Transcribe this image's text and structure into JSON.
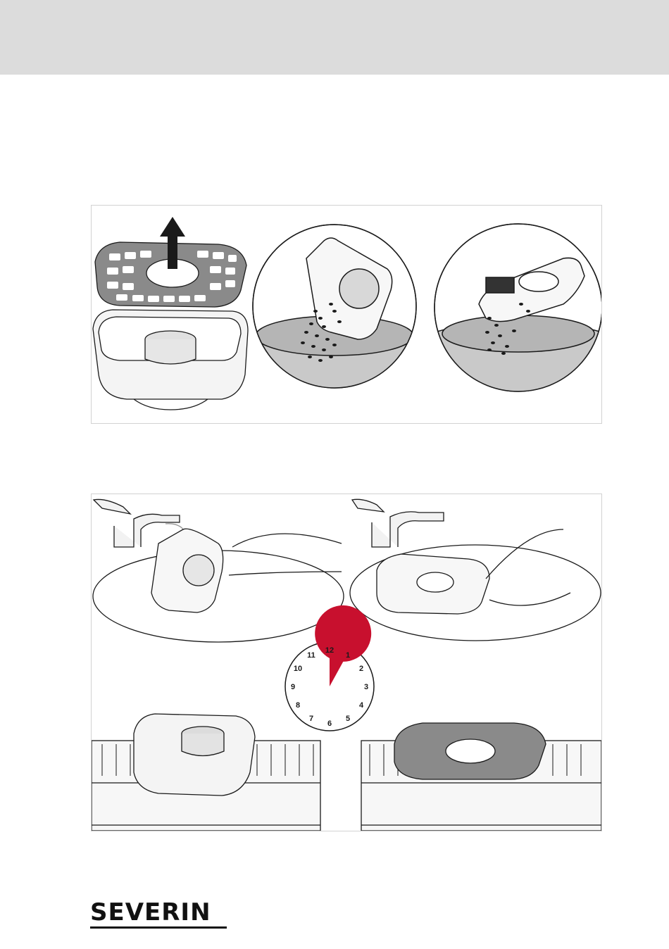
{
  "colors": {
    "header_band": "#dcdcdc",
    "panel_border": "#d2d2d2",
    "line": "#1a1a1a",
    "bowl_fill": "#c9c9c9",
    "filter_fill": "#8a8a8a",
    "timer_red": "#c8102e"
  },
  "brand": {
    "logo_text": "SEVERIN"
  },
  "timer": {
    "hour_labels": [
      "12",
      "1",
      "2",
      "3",
      "4",
      "5",
      "6",
      "7",
      "8",
      "9",
      "10",
      "11"
    ],
    "elapsed_fraction": 0.92
  },
  "icons": [
    "up-arrow-icon",
    "timer-dial-icon"
  ]
}
